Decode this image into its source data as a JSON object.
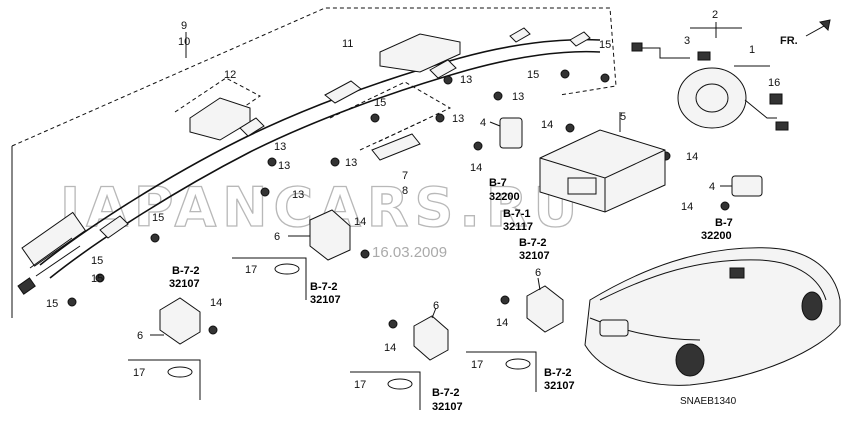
{
  "watermark": "JAPANCARS.RU",
  "date_stamp": "16.03.2009",
  "diagram_code": "SNAEB1340",
  "direction_label": "FR.",
  "callouts": {
    "c9": "9",
    "c10": "10",
    "c11": "11",
    "c12": "12",
    "c2": "2",
    "c3": "3",
    "c1": "1",
    "c16": "16",
    "c15a": "15",
    "c15b": "15",
    "c15c": "15",
    "c15d": "15",
    "c15e": "15",
    "c15f": "15",
    "c15g": "15",
    "c13a": "13",
    "c13b": "13",
    "c13c": "13",
    "c13d": "13",
    "c13e": "13",
    "c13f": "13",
    "c13g": "13",
    "c7": "7",
    "c8": "8",
    "c4a": "4",
    "c4b": "4",
    "c5": "5",
    "c14a": "14",
    "c14b": "14",
    "c14c": "14",
    "c14d": "14",
    "c14e": "14",
    "c14f": "14",
    "c14g": "14",
    "c14h": "14",
    "c6a": "6",
    "c6b": "6",
    "c6c": "6",
    "c6d": "6",
    "c17a": "17",
    "c17b": "17",
    "c17c": "17",
    "c17d": "17"
  },
  "refs": {
    "r1_sec": "B-7",
    "r1_num": "32200",
    "r2_sec": "B-7-1",
    "r2_num": "32117",
    "r3_sec": "B-7-2",
    "r3_num": "32107",
    "r4_sec": "B-7",
    "r4_num": "32200",
    "r5_sec": "B-7-2",
    "r5_num": "32107",
    "r6_sec": "B-7-2",
    "r6_num": "32107",
    "r7_sec": "B-7-2",
    "r7_num": "32107",
    "r8_sec": "B-7-2",
    "r8_num": "32107"
  }
}
